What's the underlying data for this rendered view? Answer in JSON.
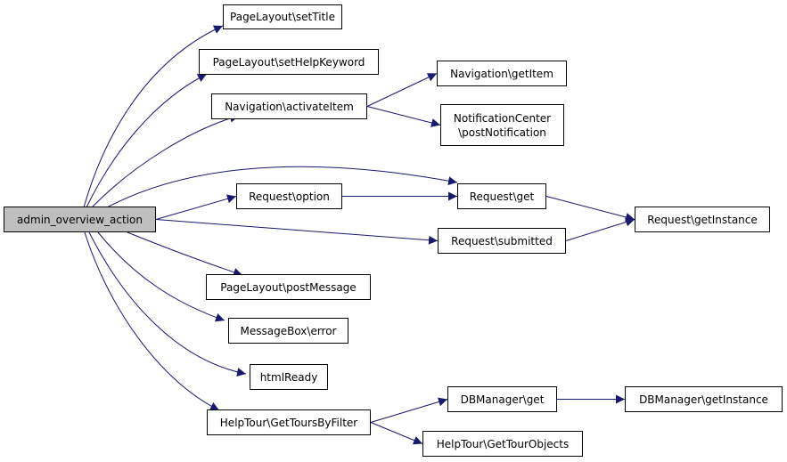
{
  "graph": {
    "root": "admin_overview_action",
    "nodes": [
      {
        "id": "root",
        "label": "admin_overview_action",
        "is_root": true
      },
      {
        "id": "setTitle",
        "label": "PageLayout\\setTitle"
      },
      {
        "id": "setHelpKeyword",
        "label": "PageLayout\\setHelpKeyword"
      },
      {
        "id": "activateItem",
        "label": "Navigation\\activateItem"
      },
      {
        "id": "getItem",
        "label": "Navigation\\getItem"
      },
      {
        "id": "postNotification",
        "label": "NotificationCenter\n\\postNotification"
      },
      {
        "id": "option",
        "label": "Request\\option"
      },
      {
        "id": "reqGet",
        "label": "Request\\get"
      },
      {
        "id": "getInstance",
        "label": "Request\\getInstance"
      },
      {
        "id": "submitted",
        "label": "Request\\submitted"
      },
      {
        "id": "postMessage",
        "label": "PageLayout\\postMessage"
      },
      {
        "id": "mbError",
        "label": "MessageBox\\error"
      },
      {
        "id": "htmlReady",
        "label": "htmlReady"
      },
      {
        "id": "getTours",
        "label": "HelpTour\\GetToursByFilter"
      },
      {
        "id": "dbGet",
        "label": "DBManager\\get"
      },
      {
        "id": "dbInstance",
        "label": "DBManager\\getInstance"
      },
      {
        "id": "tourObjects",
        "label": "HelpTour\\GetTourObjects"
      }
    ],
    "edges": [
      {
        "from": "root",
        "to": "setTitle"
      },
      {
        "from": "root",
        "to": "setHelpKeyword"
      },
      {
        "from": "root",
        "to": "activateItem"
      },
      {
        "from": "root",
        "to": "reqGet"
      },
      {
        "from": "root",
        "to": "option"
      },
      {
        "from": "root",
        "to": "submitted"
      },
      {
        "from": "root",
        "to": "postMessage"
      },
      {
        "from": "root",
        "to": "mbError"
      },
      {
        "from": "root",
        "to": "htmlReady"
      },
      {
        "from": "root",
        "to": "getTours"
      },
      {
        "from": "activateItem",
        "to": "getItem"
      },
      {
        "from": "activateItem",
        "to": "postNotification"
      },
      {
        "from": "option",
        "to": "reqGet"
      },
      {
        "from": "reqGet",
        "to": "getInstance"
      },
      {
        "from": "submitted",
        "to": "getInstance"
      },
      {
        "from": "getTours",
        "to": "dbGet"
      },
      {
        "from": "getTours",
        "to": "tourObjects"
      },
      {
        "from": "dbGet",
        "to": "dbInstance"
      }
    ],
    "colors": {
      "edge": "#191970",
      "root_fill": "#bfbfbf",
      "node_fill": "#ffffff",
      "border": "#000000"
    }
  }
}
